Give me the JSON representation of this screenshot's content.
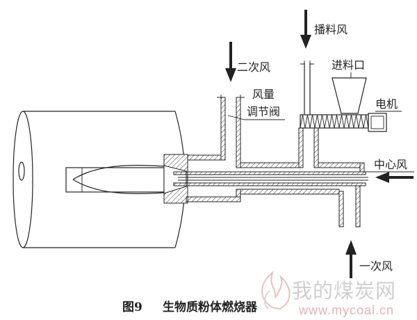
{
  "caption": {
    "figure_number": "图9",
    "title": "生物质粉体燃烧器"
  },
  "labels": {
    "feed_air": "播料风",
    "secondary_air": "二次风",
    "feed_inlet": "进料口",
    "valve_line1": "风量",
    "valve_line2": "调节阀",
    "motor": "电机",
    "center_air": "中心风",
    "primary_air": "一次风"
  },
  "watermark": {
    "name": "我的煤炭网",
    "url": "www.mycoal.cn"
  },
  "colors": {
    "background": "#ffffff",
    "line": "#222222",
    "watermark_gray": "#cfcfcf",
    "watermark_pink": "#e3b3b3"
  }
}
